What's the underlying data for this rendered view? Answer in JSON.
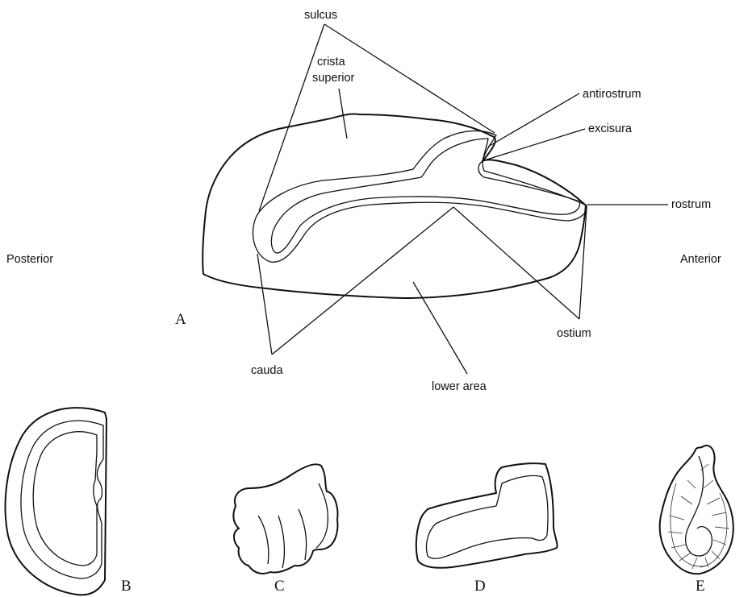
{
  "labels": {
    "sulcus": "sulcus",
    "crista_line1": "crista",
    "crista_line2": "superior",
    "antirostrum": "antirostrum",
    "excisura": "excisura",
    "rostrum": "rostrum",
    "posterior": "Posterior",
    "anterior": "Anterior",
    "ostium": "ostium",
    "cauda": "cauda",
    "lower_area": "lower area"
  },
  "panels": {
    "a": "A",
    "b": "B",
    "c": "C",
    "d": "D",
    "e": "E"
  }
}
